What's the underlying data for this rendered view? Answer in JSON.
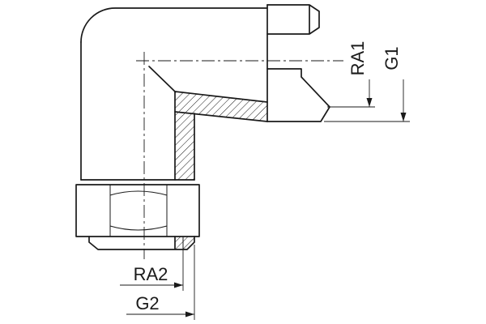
{
  "drawing": {
    "background": "#ffffff",
    "line_color": "#1a1a1a",
    "labels": {
      "ra1": "RA1",
      "g1": "G1",
      "ra2": "RA2",
      "g2": "G2"
    }
  }
}
